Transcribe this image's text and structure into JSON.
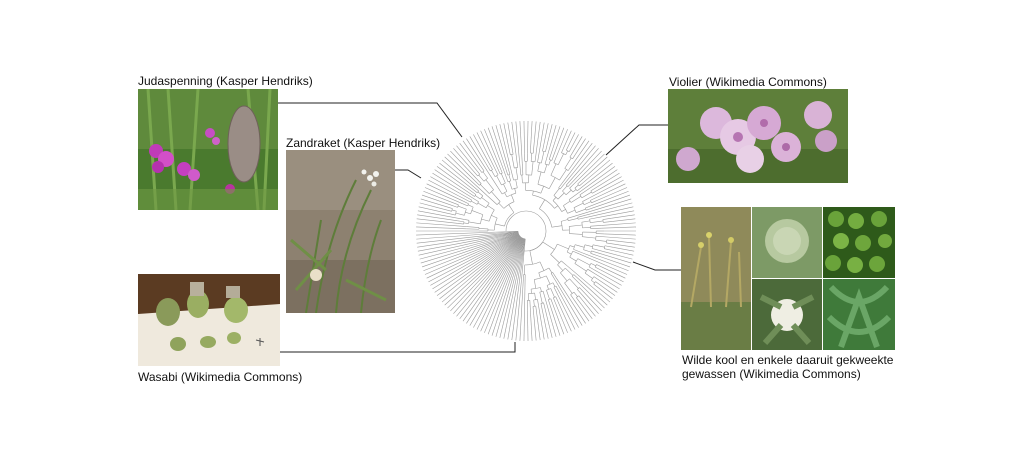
{
  "captions": {
    "judaspenning": "Judaspenning (Kasper Hendriks)",
    "zandraket": "Zandraket (Kasper Hendriks)",
    "wasabi": "Wasabi (Wikimedia Commons)",
    "violier": "Violier (Wikimedia Commons)",
    "kool_line1": "Wilde kool en enkele daaruit gekweekte",
    "kool_line2": "gewassen (Wikimedia Commons)"
  },
  "colors": {
    "tree_branch": "#9a9a9a",
    "leader_line": "#222222",
    "judaspenning_flower": "#c03bb8",
    "violier_flower": "#d9b3d6",
    "foliage": "#5d8a3a"
  }
}
